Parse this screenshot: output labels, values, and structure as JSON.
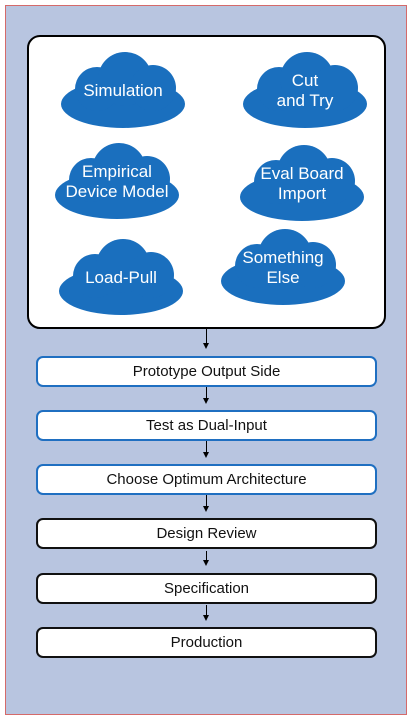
{
  "clouds": {
    "color": "#1a6fbe",
    "items": [
      {
        "label": "Simulation"
      },
      {
        "label": "Cut\nand Try"
      },
      {
        "label": "Empirical\nDevice Model"
      },
      {
        "label": "Eval Board\nImport"
      },
      {
        "label": "Load-Pull"
      },
      {
        "label": "Something\nElse"
      }
    ]
  },
  "steps": [
    {
      "label": "Prototype Output Side",
      "border_color": "#1f6fc1"
    },
    {
      "label": "Test as Dual-Input",
      "border_color": "#1f6fc1"
    },
    {
      "label": "Choose Optimum Architecture",
      "border_color": "#1f6fc1"
    },
    {
      "label": "Design Review",
      "border_color": "#111111"
    },
    {
      "label": "Specification",
      "border_color": "#111111"
    },
    {
      "label": "Production",
      "border_color": "#111111"
    }
  ],
  "colors": {
    "background": "#b8c5e0",
    "frame_border": "#d46a6a",
    "cloud_fill": "#1a6fbe"
  }
}
